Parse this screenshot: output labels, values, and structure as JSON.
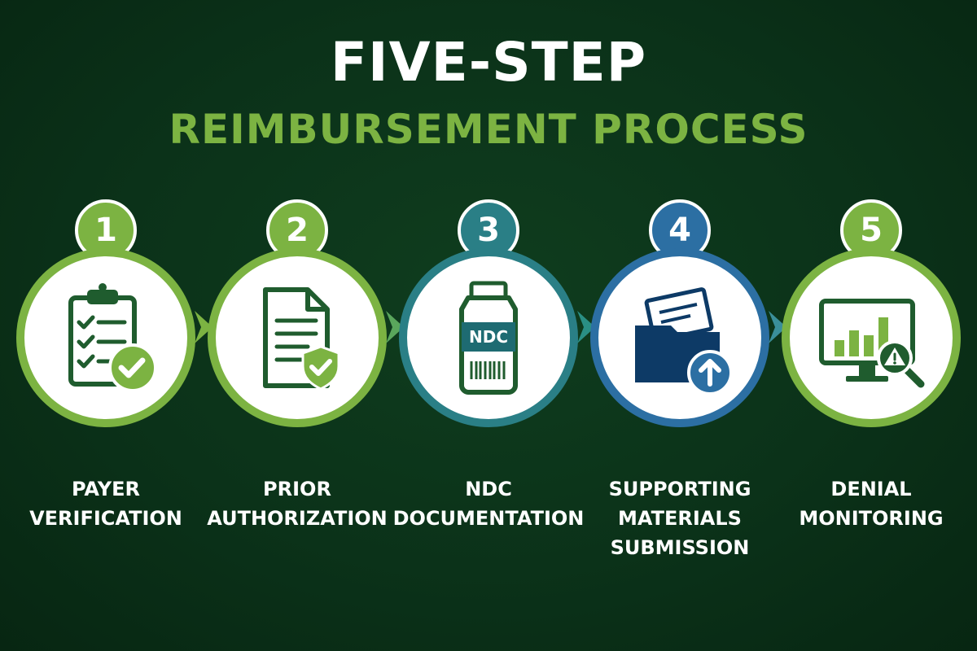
{
  "title": {
    "line1": "FIVE-STEP",
    "line2": "REIMBURSEMENT PROCESS"
  },
  "colors": {
    "background": "#0b3219",
    "green": "#7cb342",
    "teal": "#2a7f86",
    "blue": "#2c6fa3",
    "navy": "#0d3a66",
    "dark_green": "#1f5c2e"
  },
  "steps": [
    {
      "number": "1",
      "label_lines": [
        "PAYER",
        "VERIFICATION"
      ],
      "icon": "clipboard-check-icon"
    },
    {
      "number": "2",
      "label_lines": [
        "PRIOR",
        "AUTHORIZATION"
      ],
      "icon": "document-shield-icon"
    },
    {
      "number": "3",
      "label_lines": [
        "NDC",
        "DOCUMENTATION"
      ],
      "icon": "medicine-bottle-icon",
      "icon_text": "NDC"
    },
    {
      "number": "4",
      "label_lines": [
        "SUPPORTING",
        "MATERIALS",
        "SUBMISSION"
      ],
      "icon": "folder-upload-icon"
    },
    {
      "number": "5",
      "label_lines": [
        "DENIAL",
        "MONITORING"
      ],
      "icon": "monitor-alert-icon"
    }
  ]
}
